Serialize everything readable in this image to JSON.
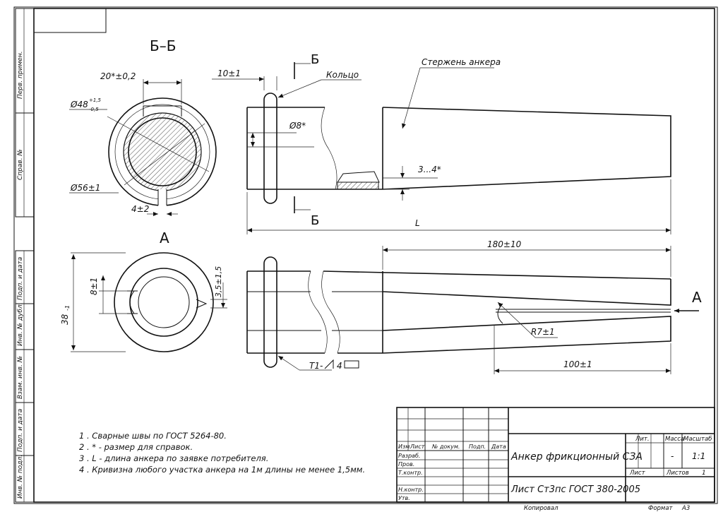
{
  "side_labels": [
    "Перв. примен.",
    "Справ. №",
    "Подп. и дата",
    "Инв. № дубл.",
    "Взам. инв. №",
    "Подп. и дата",
    "Инв. № подл."
  ],
  "views": {
    "section": "Б–Б",
    "view_a": "А",
    "arrow_a": "А",
    "cut_top": "Б",
    "cut_bottom": "Б"
  },
  "callouts": {
    "ring": "Кольцо",
    "rod": "Стержень анкера",
    "weld": "T1-",
    "weld_leg": "4"
  },
  "dims": {
    "gap_width": "20*±0,2",
    "outer_dia": "Ø48",
    "outer_tol_up": "+1,5",
    "outer_tol_down": "-0,5",
    "ring_dia": "Ø56±1",
    "slot": "4±2",
    "ring_offset": "10±1",
    "inner_dia": "Ø8*",
    "weld_size": "3...4*",
    "length": "L",
    "taper_len": "180±10",
    "radius": "R7±1",
    "slot_len": "100±1",
    "height": "38",
    "height_sub": "-1",
    "lip": "8±1",
    "lip2": "3,5±1,5"
  },
  "notes": [
    "1 . Сварные швы по ГОСТ 5264-80.",
    "2 . * - размер для справок.",
    "3 . L - длина анкера по заявке потребителя.",
    "4 . Кривизна любого участка анкера на 1м длины не менее 1,5мм."
  ],
  "title_block": {
    "cols": [
      "Изм.",
      "Лист",
      "№ докум.",
      "Подп.",
      "Дата"
    ],
    "rows": [
      "Разраб.",
      "Пров.",
      "Т.контр.",
      "",
      "Н.контр.",
      "Утв."
    ],
    "name": "Анкер фрикционный СЗА",
    "material": "Лист Ст3пс ГОСТ 380-2005",
    "lit": "Лит.",
    "mass": "Масса",
    "scale": "Масштаб",
    "mass_val": "-",
    "scale_val": "1:1",
    "sheet": "Лист",
    "sheets": "Листов",
    "sheets_val": "1",
    "copied": "Копировал",
    "format": "Формат",
    "format_val": "А3"
  }
}
